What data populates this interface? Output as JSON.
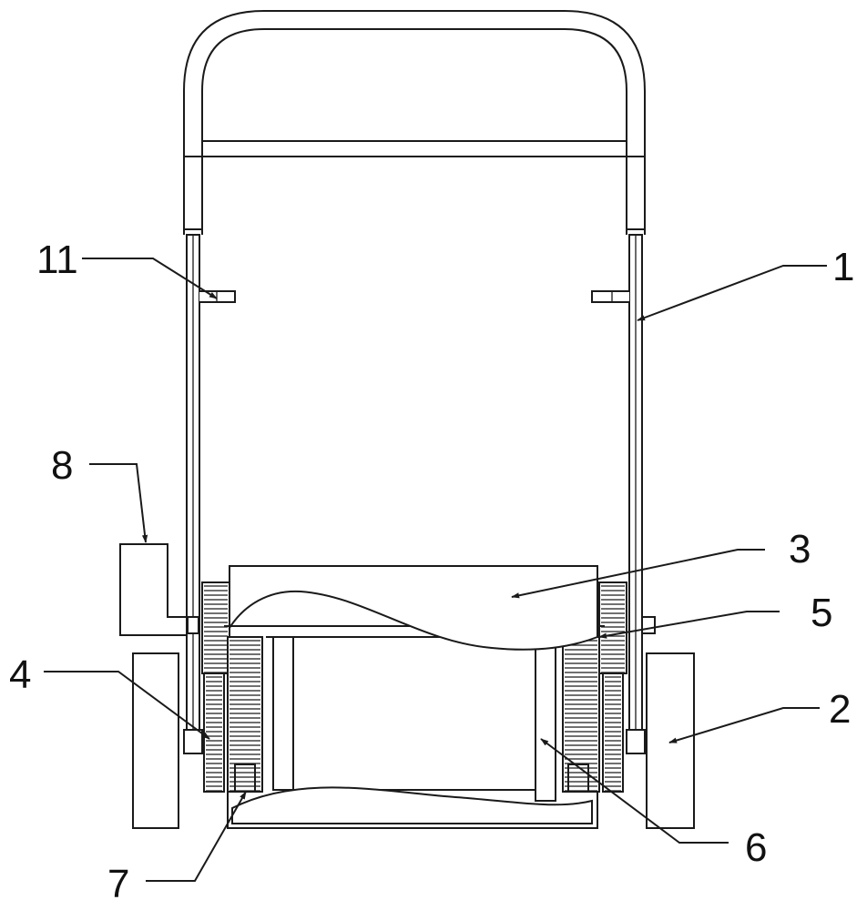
{
  "labels": {
    "l1": "1",
    "l2": "2",
    "l3": "3",
    "l4": "4",
    "l5": "5",
    "l6": "6",
    "l7": "7",
    "l8": "8",
    "l11": "11"
  },
  "colors": {
    "line": "#1a1a1a",
    "background": "#ffffff"
  }
}
